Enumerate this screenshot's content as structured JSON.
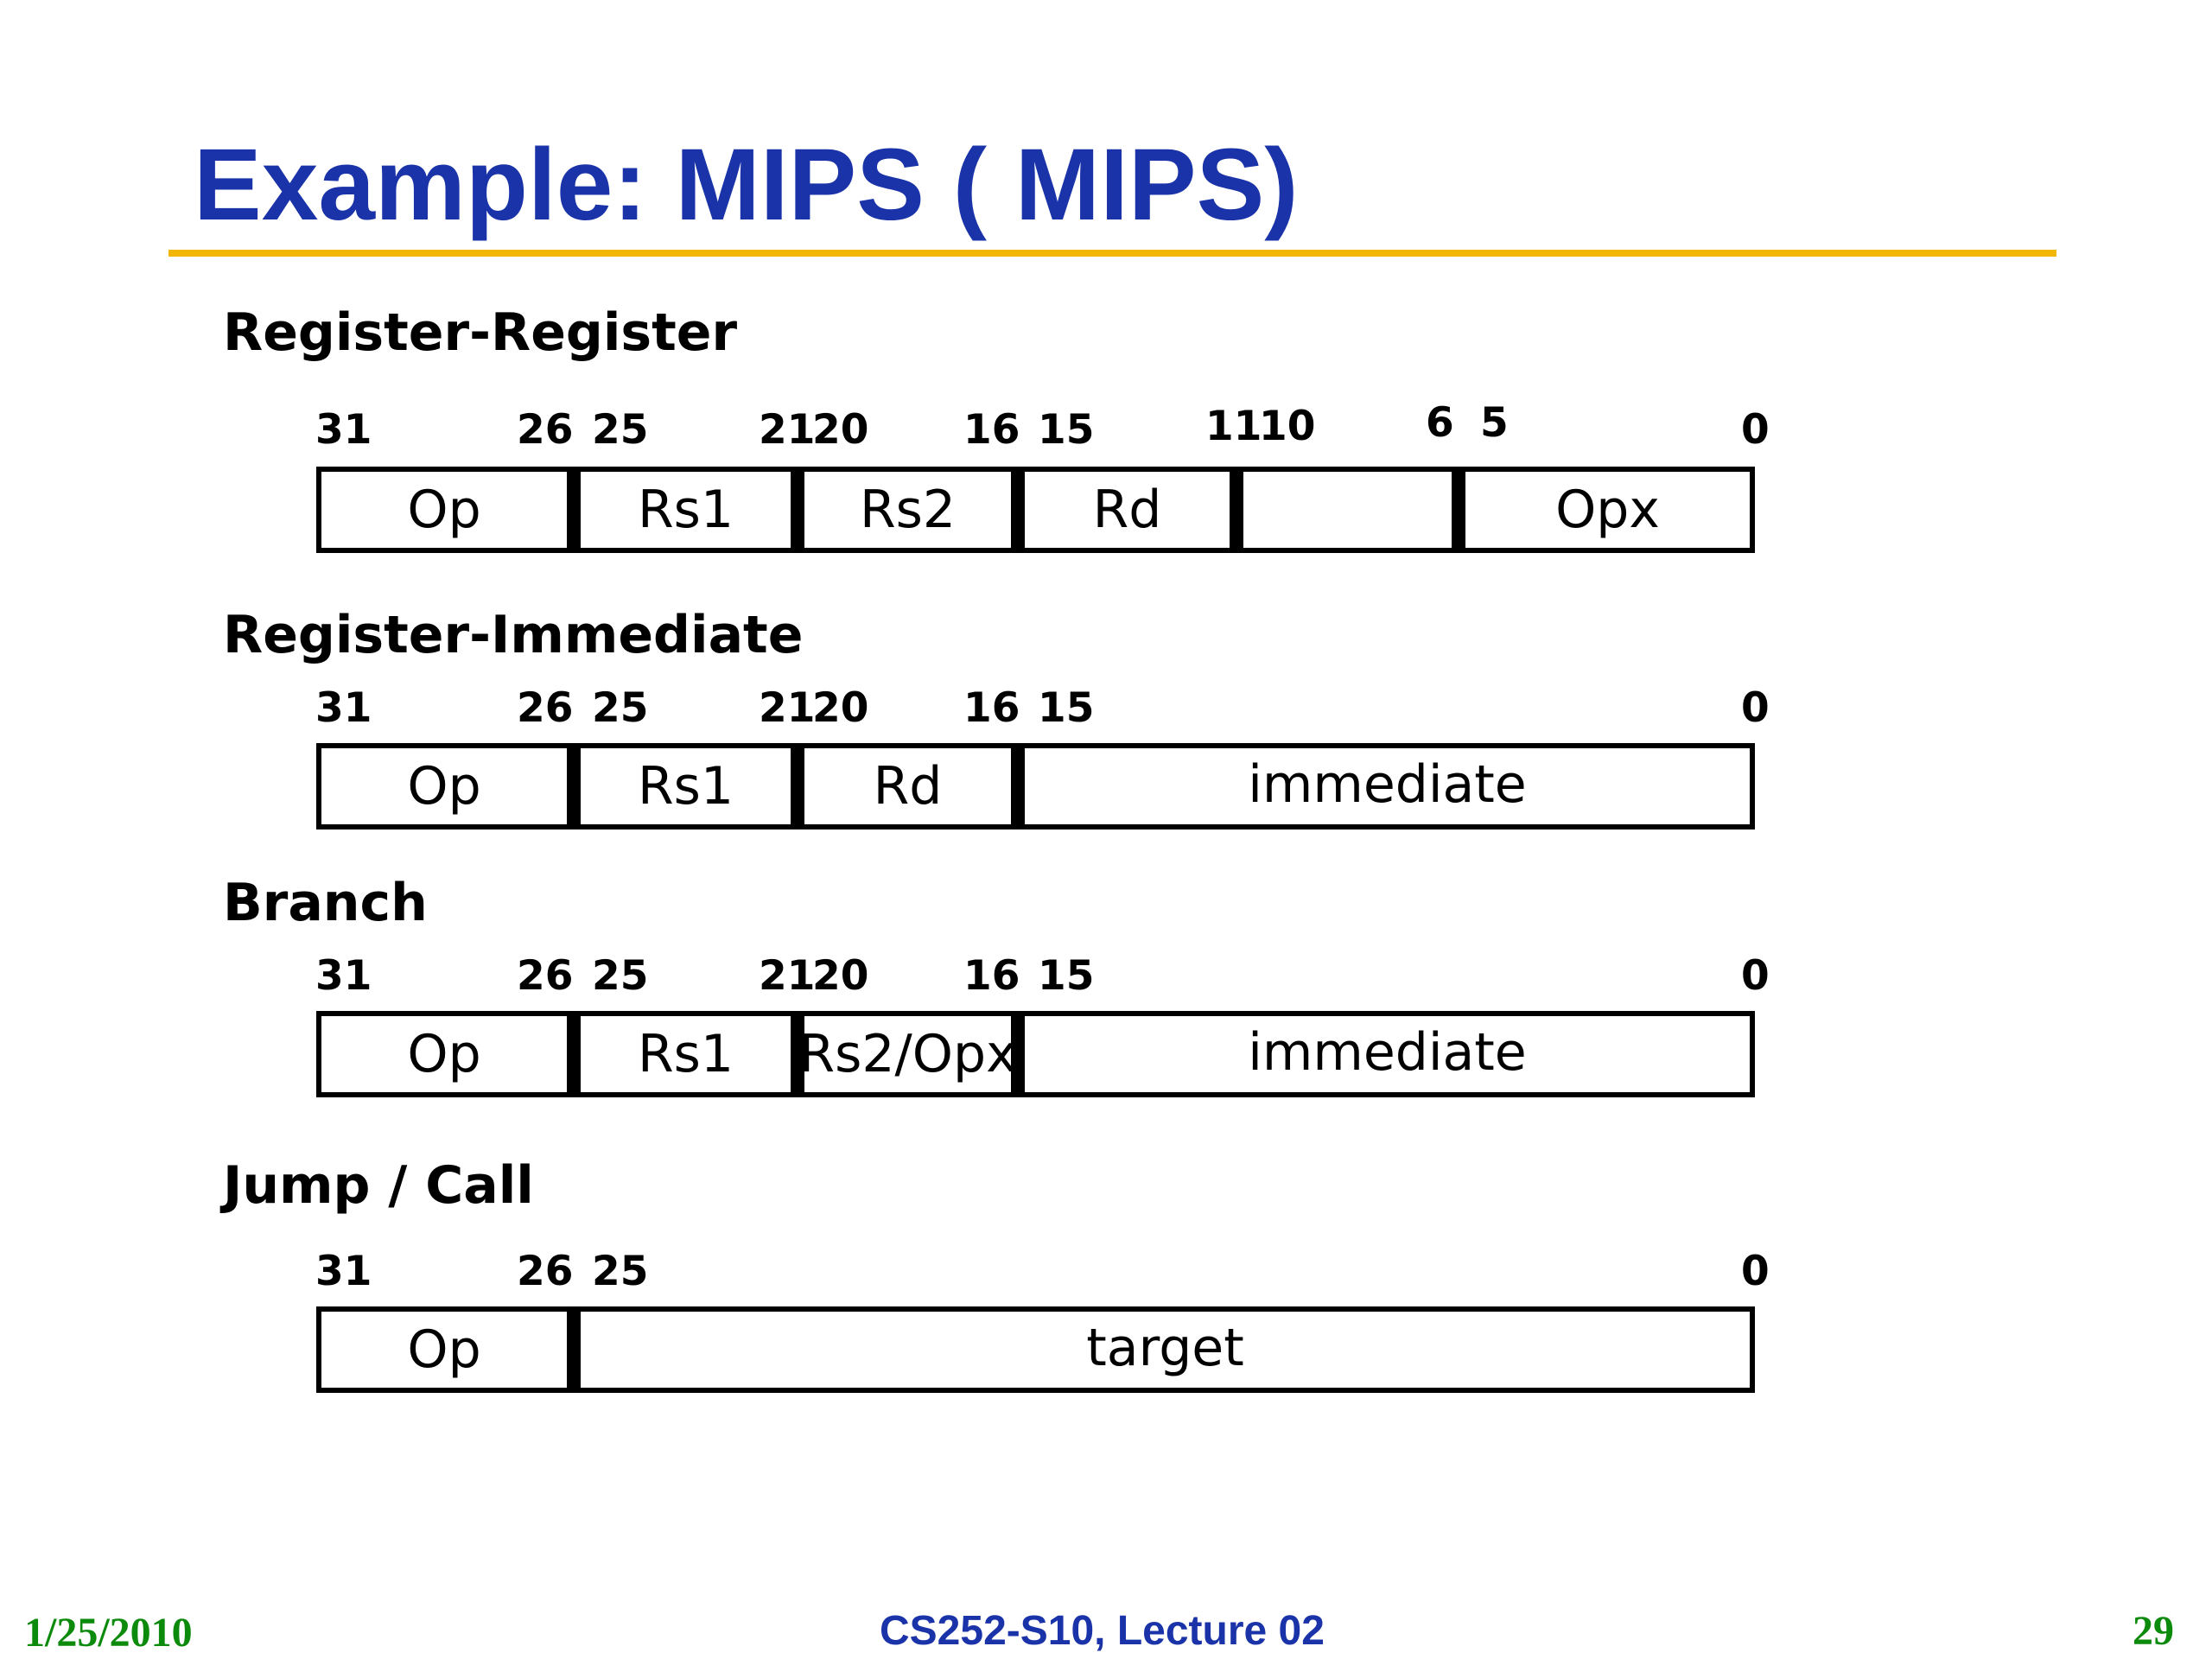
{
  "slide": {
    "title": "Example: MIPS ( MIPS)",
    "footer_left": "1/25/2010",
    "footer_center": "CS252-S10, Lecture 02",
    "footer_right": "29"
  },
  "colors": {
    "title": "#1a33a8",
    "rule": "#f2b705",
    "footer_date": "#0c8a0c"
  },
  "formats": {
    "reg_reg": {
      "label": "Register-Register",
      "bits": [
        "31",
        "26",
        "25",
        "21",
        "20",
        "16",
        "15",
        "11",
        "10",
        "6",
        "5",
        "0"
      ],
      "fields": [
        "Op",
        "Rs1",
        "Rs2",
        "Rd",
        "",
        "Opx"
      ]
    },
    "reg_imm": {
      "label": "Register-Immediate",
      "bits": [
        "31",
        "26",
        "25",
        "21",
        "20",
        "16",
        "15",
        "0"
      ],
      "fields": [
        "Op",
        "Rs1",
        "Rd",
        "immediate"
      ]
    },
    "branch": {
      "label": "Branch",
      "bits": [
        "31",
        "26",
        "25",
        "21",
        "20",
        "16",
        "15",
        "0"
      ],
      "fields": [
        "Op",
        "Rs1",
        "Rs2/Opx",
        "immediate"
      ]
    },
    "jump": {
      "label": "Jump / Call",
      "bits": [
        "31",
        "26",
        "25",
        "0"
      ],
      "fields": [
        "Op",
        "target"
      ]
    }
  }
}
